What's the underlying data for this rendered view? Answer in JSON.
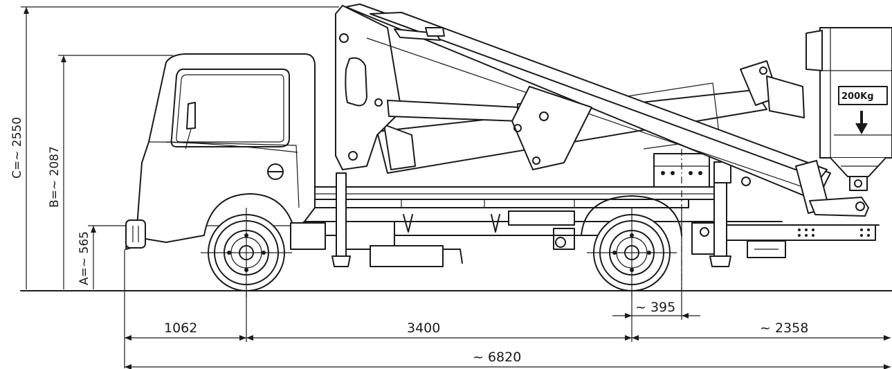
{
  "dimensions": {
    "height_c": "C=~ 2550",
    "height_b": "B=~ 2087",
    "height_a": "A=~ 565",
    "front_overhang": "1062",
    "wheelbase": "3400",
    "rear_axle_offset": "~ 395",
    "rear_overhang": "~ 2358",
    "overall_length": "~ 6820"
  },
  "platform": {
    "capacity_label": "200Kg"
  }
}
